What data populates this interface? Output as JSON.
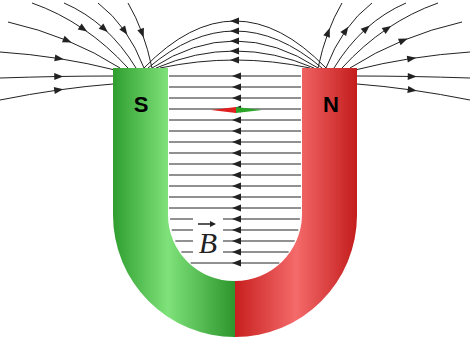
{
  "diagram": {
    "labels": [
      "S",
      "N",
      "B"
    ]
  }
}
